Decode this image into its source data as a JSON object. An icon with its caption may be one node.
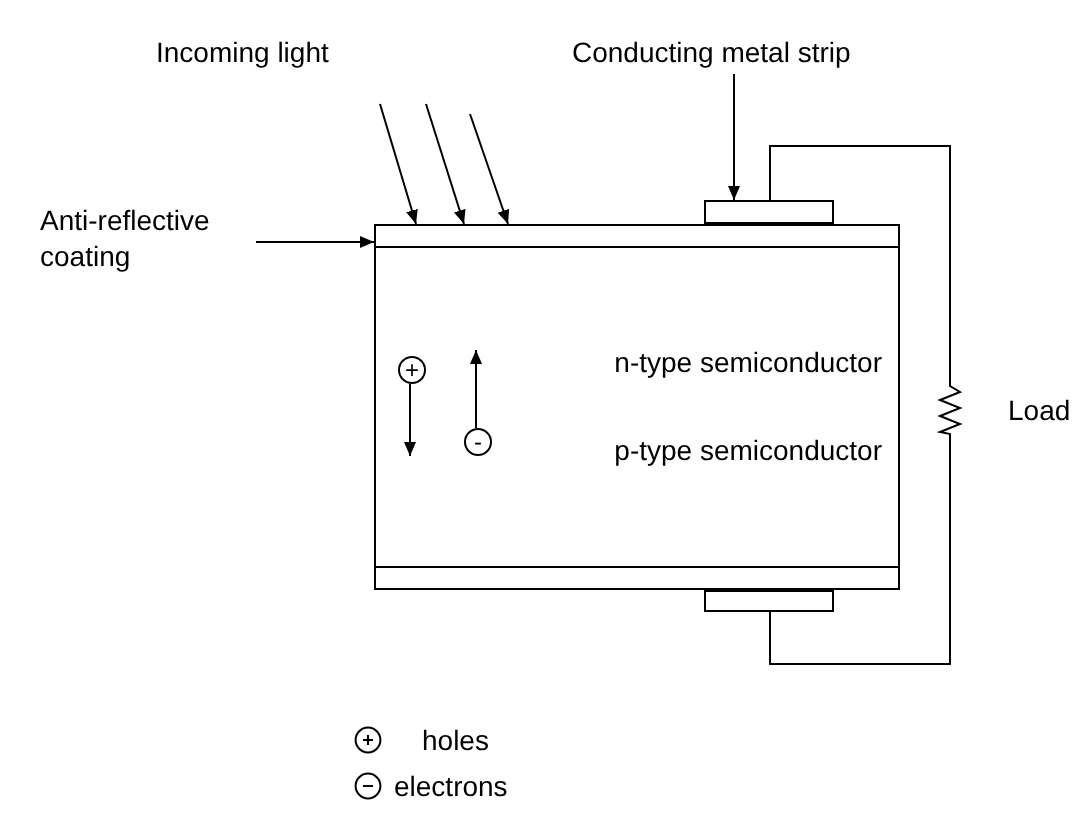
{
  "diagram": {
    "nodes": [
      {
        "text": [
          "Incoming light"
        ]
      },
      {
        "text": [
          "Conducting metal strip"
        ]
      },
      {
        "text": [
          "Anti-reflective coating"
        ]
      },
      {
        "text": [],
        "shape": "bar"
      },
      {
        "text": [],
        "shape": "bar"
      },
      {
        "text": [
          "n-type semiconductor"
        ]
      },
      {
        "text": [
          "+"
        ],
        "in": 5
      },
      {
        "text": [
          "p-type semiconductor"
        ]
      },
      {
        "text": [
          "-"
        ],
        "in": 7
      },
      {
        "text": [],
        "shape": "resistor",
        "beside": [
          "Load"
        ]
      },
      {
        "text": [],
        "shape": "bar"
      },
      {
        "text": [],
        "shape": "bar"
      }
    ],
    "edges": [
      {
        "from": null,
        "to": 4,
        "arrow": "to"
      },
      {
        "from": null,
        "to": 4,
        "arrow": "to"
      },
      {
        "from": null,
        "to": 4,
        "arrow": "to"
      },
      {
        "from": 1,
        "to": 3,
        "arrow": "to"
      },
      {
        "from": 2,
        "to": 4,
        "arrow": "to"
      },
      {
        "from": 3,
        "to": 9,
        "arrow": "none"
      },
      {
        "from": 9,
        "to": 11,
        "arrow": "none"
      },
      {
        "from": 6,
        "to": 7,
        "arrow": "to"
      },
      {
        "from": 8,
        "to": null,
        "arrow": "to"
      }
    ],
    "legend": [
      {
        "text": "holes"
      },
      {
        "text": "electrons"
      }
    ]
  }
}
